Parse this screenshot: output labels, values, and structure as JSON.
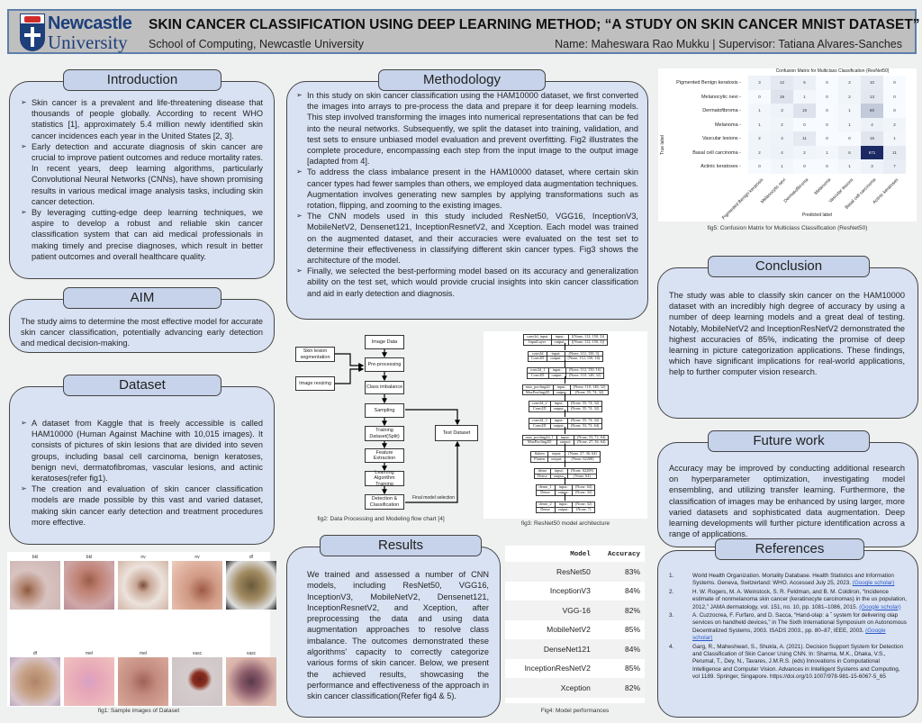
{
  "header": {
    "logo_line1": "Newcastle",
    "logo_line2": "University",
    "title": "SKIN CANCER CLASSIFICATION USING DEEP LEARNING METHOD; “A STUDY ON SKIN CANCER MNIST DATASET”",
    "school": "School of Computing, Newcastle University",
    "names": "Name: Maheswara Rao Mukku | Supervisor: Tatiana Alvares-Sanches"
  },
  "introduction": {
    "heading": "Introduction",
    "bullets": [
      "Skin cancer is a prevalent and life-threatening disease that thousands of people globally. According to recent WHO statistics [1], approximately 5.4 million newly identified skin cancer incidences each year in the United States [2, 3].",
      "Early detection and accurate diagnosis of skin cancer are crucial to improve patient outcomes and reduce mortality rates. In recent years, deep learning algorithms, particularly Convolutional Neural Networks (CNNs), have shown promising results in various medical image analysis tasks, including skin cancer detection.",
      "By leveraging cutting-edge deep learning techniques, we aspire to develop a robust and reliable skin cancer classification system that can aid medical professionals in making timely and precise diagnoses, which result in better patient outcomes and overall healthcare quality."
    ]
  },
  "aim": {
    "heading": "AIM",
    "text": "The study aims to determine the most effective model for accurate skin cancer classification, potentially advancing early detection and medical decision-making."
  },
  "dataset": {
    "heading": "Dataset",
    "bullets": [
      "A dataset from Kaggle that is freely accessible is called HAM10000 (Human Against Machine with 10,015 images). It consists of pictures of skin lesions that are divided into seven groups, including basal cell carcinoma, benign keratoses, benign nevi, dermatofibromas, vascular lesions, and actinic keratoses(refer fig1).",
      "The creation and evaluation of skin cancer classification models are made possible by this vast and varied dataset, making skin cancer early detection and treatment procedures more effective."
    ]
  },
  "fig1": {
    "labels": [
      "bkl",
      "bkl",
      "nv",
      "nv",
      "df",
      "df",
      "mel",
      "mel",
      "vasc",
      "vasc"
    ],
    "caption": "fig1: Sample images of Dataset"
  },
  "methodology": {
    "heading": "Methodology",
    "bullets": [
      "In this study on skin cancer classification using the HAM10000 dataset, we first converted the images into arrays to pre-process the data and prepare it for deep learning models. This step involved transforming the images into numerical representations that can be fed into the neural networks. Subsequently, we split the dataset into training, validation, and test sets to ensure unbiased model evaluation and prevent overfitting. Fig2 illustrates the complete procedure, encompassing each step from the input image to the output image [adapted from 4].",
      "To address the class imbalance present in the HAM10000 dataset, where certain skin cancer types had fewer samples than others, we employed data augmentation techniques. Augmentation involves generating new samples by applying transformations such as rotation, flipping, and zooming to the existing images.",
      "The CNN models used in this study included ResNet50, VGG16, InceptionV3, MobileNetV2, Densenet121, InceptionResnetV2, and Xception. Each model was trained on the augmented dataset, and their accuracies were evaluated on the test set to determine their effectiveness in classifying different skin cancer types. Fig3  shows the architecture of the model.",
      "Finally, we selected the best-performing model based on its accuracy and generalization ability on the test set, which would provide crucial insights into skin cancer classification and aid in early detection and diagnosis."
    ]
  },
  "fig2": {
    "steps": [
      "Image Data",
      "Pre-processing",
      "Class imbalance",
      "Sampling",
      "Training Dataset(Split)",
      "Feature Extraction",
      "Learning Algorithm Training",
      "Detection & Classification"
    ],
    "side_inputs": [
      "Skin lesion segmentation",
      "Image resizing"
    ],
    "test": "Test Dataset",
    "final_label": "Final model selection",
    "caption": "fig2: Data Processing and Modeling flow chart [4]"
  },
  "fig3": {
    "layers": [
      {
        "name": "conv2d_input",
        "type": "InputLayer",
        "input": "[(None, 112, 150, 3)]",
        "output": "[(None, 112, 150, 3)]"
      },
      {
        "name": "conv2d",
        "type": "Conv2D",
        "input": "(None, 112, 150, 3)",
        "output": "(None, 112, 150, 16)"
      },
      {
        "name": "conv2d_1",
        "type": "Conv2D",
        "input": "(None, 112, 150, 16)",
        "output": "(None, 110, 148, 32)"
      },
      {
        "name": "max_pooling2d",
        "type": "MaxPooling2D",
        "input": "(None, 110, 148, 32)",
        "output": "(None, 55, 74, 32)"
      },
      {
        "name": "conv2d_2",
        "type": "Conv2D",
        "input": "(None, 55, 74, 32)",
        "output": "(None, 55, 74, 32)"
      },
      {
        "name": "conv2d_3",
        "type": "Conv2D",
        "input": "(None, 55, 74, 32)",
        "output": "(None, 53, 72, 64)"
      },
      {
        "name": "max_pooling2d_1",
        "type": "MaxPooling2D",
        "input": "(None, 53, 72, 64)",
        "output": "(None, 27, 36, 64)"
      },
      {
        "name": "flatten",
        "type": "Flatten",
        "input": "(None, 27, 36, 64)",
        "output": "(None, 62208)"
      },
      {
        "name": "dense",
        "type": "Dense",
        "input": "(None, 62208)",
        "output": "(None, 64)"
      },
      {
        "name": "dense_1",
        "type": "Dense",
        "input": "(None, 64)",
        "output": "(None, 32)"
      },
      {
        "name": "dense_2",
        "type": "Dense",
        "input": "(None, 32)",
        "output": "(None, 7)"
      }
    ],
    "input_label": "input:",
    "output_label": "output:",
    "caption": "fig3: ResNet50 model architecture"
  },
  "results": {
    "heading": "Results",
    "text": "We trained and assessed a number of CNN models, including ResNet50, VGG16, InceptionV3, MobileNetV2, Densenet121, InceptionResnetV2, and Xception, after preprocessing the data and using data augmentation approaches to resolve class imbalance. The outcomes demonstrated these algorithms' capacity to correctly categorize various forms of skin cancer. Below, we present the achieved results, showcasing the performance and effectiveness of the approach in skin cancer classification(Refer fig4 & 5)."
  },
  "fig4": {
    "headers": [
      "Model",
      "Accuracy"
    ],
    "rows": [
      [
        "ResNet50",
        "83%"
      ],
      [
        "InceptionV3",
        "84%"
      ],
      [
        "VGG-16",
        "82%"
      ],
      [
        "MobileNetV2",
        "85%"
      ],
      [
        "DenseNet121",
        "84%"
      ],
      [
        "InceptionResNetV2",
        "85%"
      ],
      [
        "Xception",
        "82%"
      ]
    ],
    "caption": "Fig4: Model performances"
  },
  "chart_data": {
    "type": "heatmap",
    "title": "Confusion Matrix for Multiclass Classification (ResNet50)",
    "xlabel": "Predicted label",
    "ylabel": "True label",
    "categories": [
      "Pigmented Benign keratosis",
      "Melanocytic nevi",
      "Dermatofibroma",
      "Melanoma",
      "Vascular lesions",
      "Basal cell carcinoma",
      "Actinic keratoses"
    ],
    "values": [
      [
        3,
        12,
        5,
        0,
        2,
        10,
        0
      ],
      [
        0,
        19,
        1,
        0,
        2,
        13,
        0
      ],
      [
        1,
        3,
        19,
        0,
        1,
        60,
        0
      ],
      [
        1,
        2,
        0,
        0,
        1,
        4,
        2
      ],
      [
        2,
        3,
        11,
        0,
        0,
        16,
        1
      ],
      [
        2,
        4,
        2,
        1,
        6,
        671,
        11
      ],
      [
        0,
        1,
        0,
        0,
        1,
        3,
        7
      ]
    ],
    "caption": "fig5: Confusion Matrix for Multiclass Classification (ResNet50)",
    "colors": {
      "low": "#f7fbff",
      "high": "#1b2a63"
    }
  },
  "conclusion": {
    "heading": "Conclusion",
    "text": "The study was able to classify skin cancer on the HAM10000 dataset with an incredibly high degree of accuracy by using a number of deep learning models and a great deal of testing. Notably, MobileNetV2 and InceptionResNetV2 demonstrated the highest accuracies of 85%, indicating the promise of deep learning in picture categorization applications. These findings, which have significant implications for real-world applications, help to further computer vision research."
  },
  "future_work": {
    "heading": "Future work",
    "text": "Accuracy may be improved by conducting additional research on hyperparameter optimization, investigating model ensembling, and utilizing transfer learning. Furthermore, the classification of images may be enhanced by using larger, more varied datasets and sophisticated data augmentation. Deep learning developments will further picture identification across a range of applications."
  },
  "references": {
    "heading": "References",
    "link_label": "(Google scholar)",
    "items": [
      {
        "num": "1.",
        "text": "World Health Organization. Mortality Database. Health Statistics and Information Systems. Geneva, Switzerland: WHO. Accessed July 25, 2023. ",
        "link": true
      },
      {
        "num": "2.",
        "text": "H. W. Rogers, M. A. Weinstock, S. R. Feldman, and B. M. Coldiron, “Incidence estimate of nonmelanoma skin cancer (keratinocyte carcinomas) in the us population, 2012,” JAMA dermatology, vol. 151, no. 10, pp. 1081–1086, 2015. ",
        "link": true
      },
      {
        "num": "3.",
        "text": "A. Cuzzocrea, F. Furfaro, and D. Sacca, “Hand-olap: a ˆ system for delivering olap services on handheld devices,” in The Sixth International Symposium on Autonomous Decentralized Systems, 2003. ISADS 2003., pp. 80–87, IEEE, 2003. ",
        "link": true
      },
      {
        "num": "4.",
        "text": "Garg, R., Maheshwari, S., Shukla, A. (2021). Decision Support System for Detection and Classification of Skin Cancer Using CNN. In: Sharma, M.K., Dhaka, V.S., Perumal, T., Dey, N., Tavares, J.M.R.S. (eds) Innovations in Computational Intelligence and Computer Vision. Advances in Intelligent Systems and Computing, vol 1189. Springer, Singapore. https://doi.org/10.1007/978-981-15-6067-5_65",
        "link": false
      }
    ]
  }
}
